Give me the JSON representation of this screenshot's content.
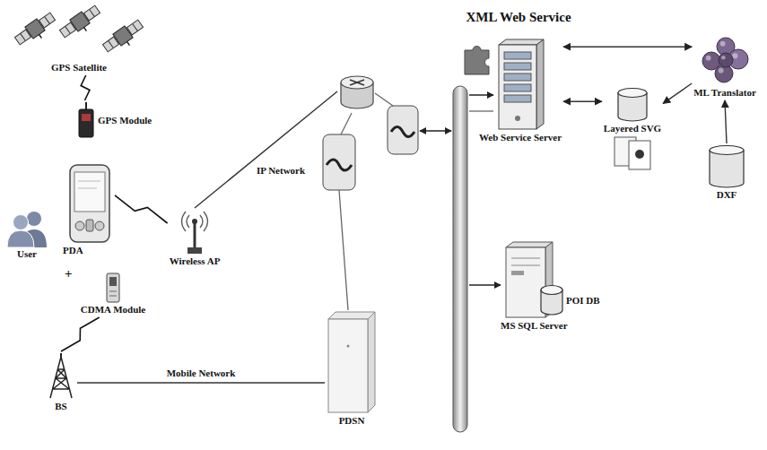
{
  "diagram": {
    "nodes": [
      {
        "text": [
          "GPS Satellite"
        ]
      },
      {
        "text": [
          "GPS Module"
        ]
      },
      {
        "text": [
          "User"
        ]
      },
      {
        "text": [
          "PDA"
        ]
      },
      {
        "text": [
          "CDMA Module"
        ]
      },
      {
        "text": [
          "Wireless AP"
        ]
      },
      {
        "text": [
          "IP Network"
        ]
      },
      {
        "text": [
          "BS"
        ]
      },
      {
        "text": [
          "PDSN"
        ]
      },
      {
        "text": [
          "Web Service Server"
        ]
      },
      {
        "text": [
          "Layered SVG"
        ]
      },
      {
        "text": [
          "ML Translator"
        ]
      },
      {
        "text": [
          "DXF"
        ]
      },
      {
        "text": [
          "MS SQL Server"
        ]
      },
      {
        "text": [
          "POI DB"
        ],
        "in": 13
      }
    ],
    "edges": [
      {
        "from": 0,
        "to": 1,
        "arrow": "none"
      },
      {
        "from": 3,
        "to": 5,
        "arrow": "none"
      },
      {
        "from": 4,
        "to": 7,
        "arrow": "none"
      },
      {
        "from": 5,
        "to": 6,
        "arrow": "none"
      },
      {
        "from": 7,
        "to": 8,
        "label": "Mobile Network",
        "arrow": "none"
      },
      {
        "from": 9,
        "to": 11,
        "arrow": "both"
      },
      {
        "from": 9,
        "to": 10,
        "arrow": "both"
      },
      {
        "from": 11,
        "to": 10,
        "arrow": "to"
      },
      {
        "from": 12,
        "to": 11,
        "arrow": "to"
      }
    ],
    "labels": [
      "XML Web Service",
      "+"
    ]
  }
}
